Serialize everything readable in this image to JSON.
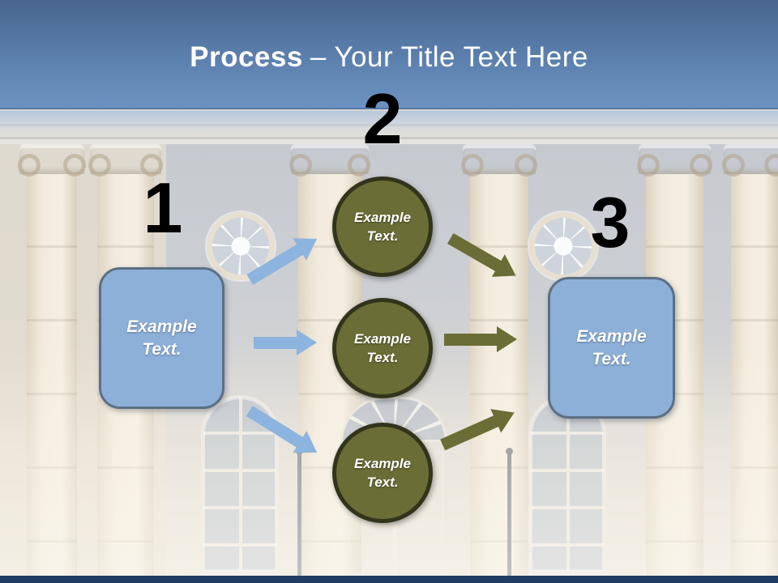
{
  "slide": {
    "title_bold": "Process",
    "title_rest": "– Your Title Text Here"
  },
  "diagram": {
    "numbers": [
      "1",
      "2",
      "3"
    ],
    "left_box": {
      "label": "Example Text."
    },
    "right_box": {
      "label": "Example Text."
    },
    "circles": [
      {
        "label": "Example Text."
      },
      {
        "label": "Example Text."
      },
      {
        "label": "Example Text."
      }
    ]
  },
  "colors": {
    "header_top": "#47658d",
    "header_bottom": "#6d93c2",
    "header_edge": "#5578a6",
    "title_color": "#ffffff",
    "number_color": "#000000",
    "box_fill": "#8db0d9",
    "box_border": "#5b7083",
    "circle_fill": "#6a6d36",
    "circle_border": "#32341b",
    "arrow_blue": "#8db4de",
    "arrow_olive": "#6a6d36",
    "footer_strip": "#1f3d63"
  }
}
